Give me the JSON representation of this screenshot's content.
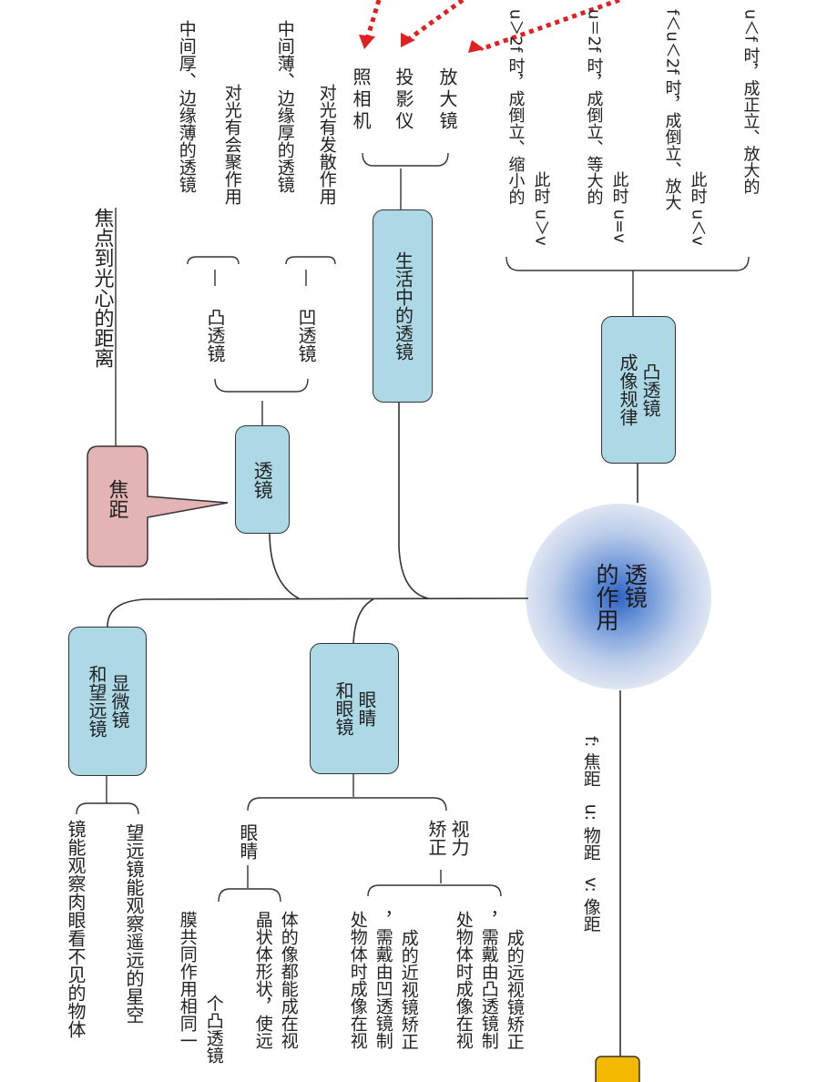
{
  "center": {
    "line1": "透镜",
    "line2": "的作用"
  },
  "focal": {
    "bubble": "焦距",
    "definition": "焦点到光心的距离"
  },
  "lens": {
    "title": "透镜",
    "convex": {
      "label": "凸透镜",
      "shape": "中间厚、边缘薄的透镜",
      "effect": "对光有会聚作用"
    },
    "concave": {
      "label": "凹透镜",
      "shape": "中间薄、边缘厚的透镜",
      "effect": "对光有发散作用"
    }
  },
  "life": {
    "title": "生活中的透镜",
    "items": [
      "照相机",
      "投影仪",
      "放大镜"
    ]
  },
  "imaging": {
    "title_line1": "凸透镜",
    "title_line2": "成像规律",
    "rules": [
      {
        "cond": "u＞2f 时，成倒立、缩小的",
        "sub": "此时 u＞v"
      },
      {
        "cond": "u＝2f 时，成倒立、等大的",
        "sub": "此时 u=v"
      },
      {
        "cond": "f＜u＜2f 时，成倒立、放大",
        "sub": "此时 u＜v"
      },
      {
        "cond": "u＜f 时，成正立、放大的",
        "sub": ""
      }
    ]
  },
  "microscope": {
    "title_line1": "显微镜",
    "title_line2": "和望远镜",
    "line1": "镜能观察肉眼看不见的物体",
    "line2": "望远镜能观察遥远的星空"
  },
  "eye": {
    "title_line1": "眼睛",
    "title_line2": "和眼镜",
    "eyes_label": "眼睛",
    "eyes_text1a": "膜共同作用相同一",
    "eyes_text1b": "个凸透镜",
    "eyes_text2a": "晶状体形状，使远",
    "eyes_text2b": "体的像都能成在视",
    "correction_line1": "视力",
    "correction_line2": "矫正",
    "myopia_a": "处物体时成像在视",
    "myopia_b": "，需戴由凹透镜制",
    "myopia_c": "成的近视镜矫正",
    "hyperopia_a": "处物体时成像在视",
    "hyperopia_b": "，需戴由凸透镜制",
    "hyperopia_c": "成的远视镜矫正"
  },
  "legend": "f: 焦距   u: 物距   v: 像距",
  "colors": {
    "box_fill": "#add8e6",
    "bubble_fill": "#e4b4b4",
    "orange_box": "#f5b800",
    "arrow": "#e02020",
    "center_glow": "#2f63c4"
  }
}
